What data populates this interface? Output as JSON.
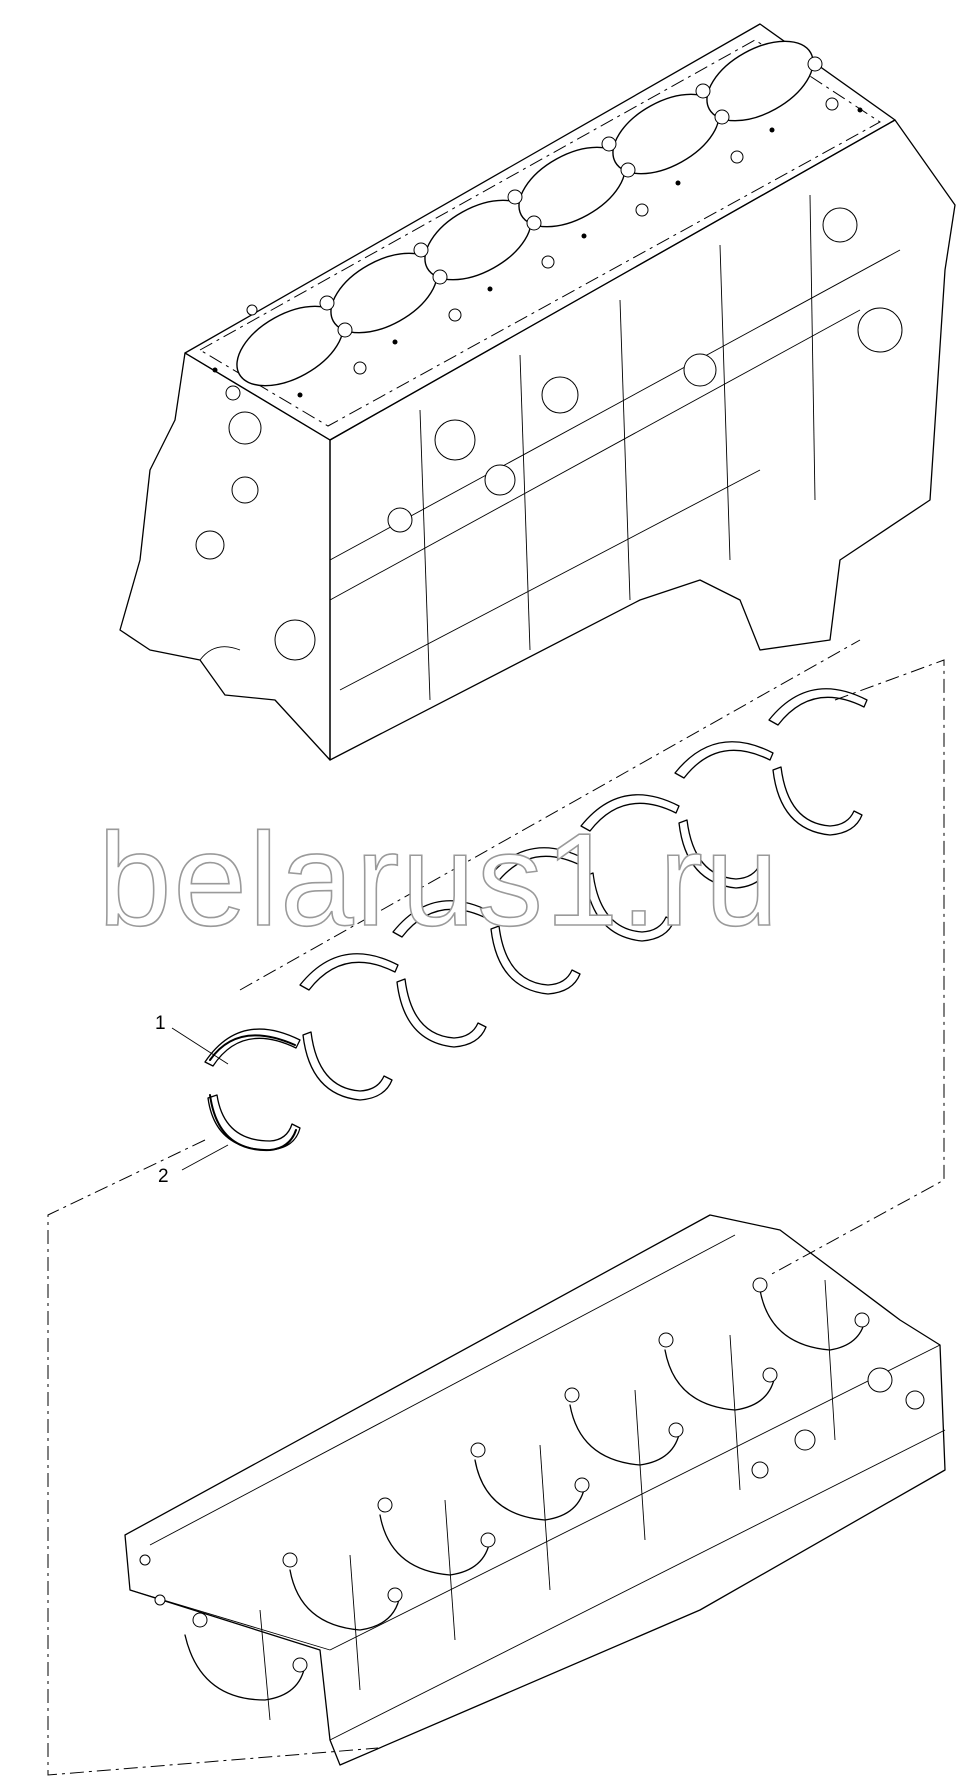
{
  "watermark": {
    "text": "belarus1.ru"
  },
  "callouts": [
    {
      "number": "1",
      "part": "upper-bearing-shell"
    },
    {
      "number": "2",
      "part": "lower-bearing-shell"
    }
  ],
  "colors": {
    "line": "#000000",
    "background": "#ffffff",
    "watermark_outline": "#9a9a9a"
  }
}
